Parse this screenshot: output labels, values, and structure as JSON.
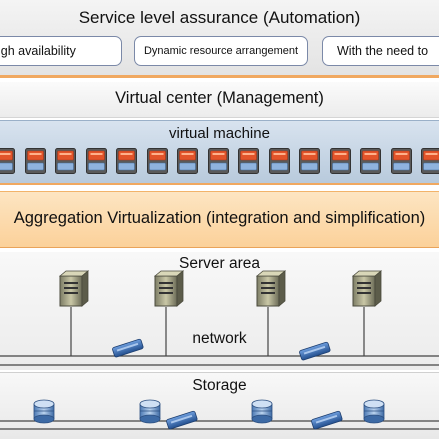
{
  "layers": {
    "sla": {
      "title": "Service level assurance (Automation)",
      "items": [
        "High availability",
        "Dynamic resource arrangement",
        "With the need to"
      ]
    },
    "management": {
      "title": "Virtual center (Management)"
    },
    "vm": {
      "title": "virtual machine",
      "count": 15
    },
    "aggregation": {
      "title": "Aggregation Virtualization (integration and simplification)"
    },
    "server": {
      "title": "Server area",
      "count": 4
    },
    "network": {
      "title": "network"
    },
    "storage": {
      "title": "Storage",
      "count": 4
    }
  },
  "colors": {
    "accent_orange": "#f0a860",
    "vm_band": "#c6d6e6",
    "aggregation_band": "#fcd9a8",
    "switch_blue": "#3a6fb5"
  },
  "icons": [
    "server-icon",
    "network-switch-icon",
    "storage-drum-icon",
    "virtual-machine-icon"
  ]
}
